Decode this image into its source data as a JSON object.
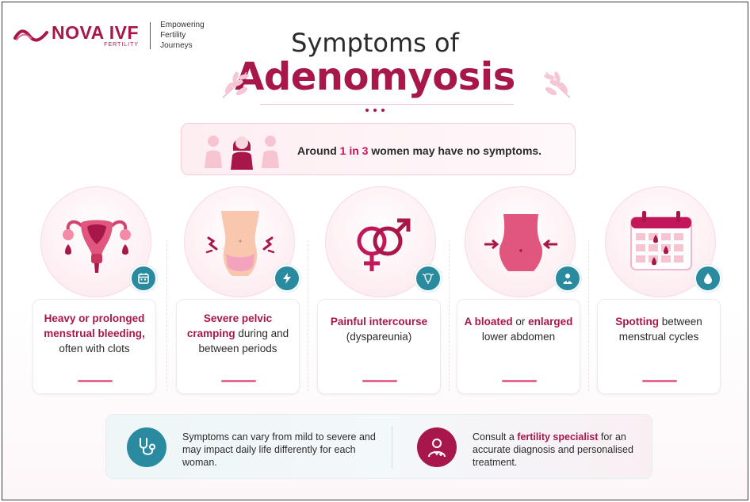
{
  "logo": {
    "brand": "NOVA IVF",
    "sub": "FERTILITY",
    "tagline": [
      "Empowering",
      "Fertility",
      "Journeys"
    ]
  },
  "title": {
    "line1": "Symptoms of",
    "line2": "Adenomyosis"
  },
  "stat": {
    "prefix": "Around ",
    "highlight": "1 in 3",
    "suffix": " women may have no symptoms."
  },
  "symptoms": [
    {
      "icon": "uterus-icon",
      "badge": "calendar-icon",
      "parts": [
        {
          "t": "Heavy or prolonged menstrual bleeding,",
          "b": true
        },
        {
          "t": " often with clots",
          "b": false
        }
      ]
    },
    {
      "icon": "pelvic-pain-icon",
      "badge": "lightning-icon",
      "parts": [
        {
          "t": "Severe pelvic cramping",
          "b": true
        },
        {
          "t": " during and between periods",
          "b": false
        }
      ]
    },
    {
      "icon": "gender-symbols-icon",
      "badge": "uterus-small-icon",
      "parts": [
        {
          "t": "Painful intercourse",
          "b": true
        },
        {
          "t": " (dyspareunia)",
          "b": false
        }
      ]
    },
    {
      "icon": "bloated-abdomen-icon",
      "badge": "person-icon",
      "parts": [
        {
          "t": "A bloated",
          "b": true
        },
        {
          "t": " or ",
          "b": false
        },
        {
          "t": "enlarged",
          "b": true
        },
        {
          "t": " lower abdomen",
          "b": false
        }
      ]
    },
    {
      "icon": "calendar-spotting-icon",
      "badge": "droplet-icon",
      "parts": [
        {
          "t": "Spotting",
          "b": true
        },
        {
          "t": " between menstrual cycles",
          "b": false
        }
      ]
    }
  ],
  "footer": {
    "left": "Symptoms can vary from mild to severe and may impact daily life differently for each woman.",
    "right_prefix": "Consult a ",
    "right_highlight": "fertility specialist",
    "right_suffix": " for an accurate diagnosis and personalised treatment."
  },
  "colors": {
    "brand": "#a8174a",
    "accent": "#c2185b",
    "teal": "#2a8aa0",
    "blush": "#fdeef2"
  }
}
